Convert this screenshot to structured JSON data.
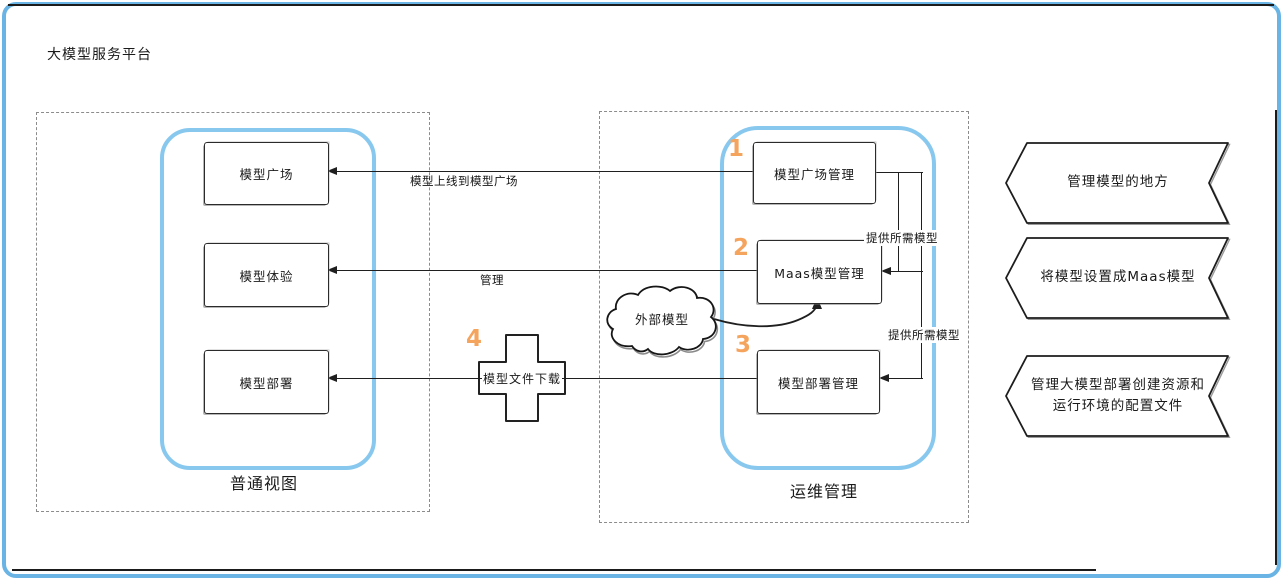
{
  "title": "大模型服务平台",
  "left_container": {
    "label": "普通视图",
    "boxes": [
      "模型广场",
      "模型体验",
      "模型部署"
    ]
  },
  "right_container": {
    "label": "运维管理",
    "boxes": [
      {
        "num": "1",
        "label": "模型广场管理"
      },
      {
        "num": "2",
        "label": "Maas模型管理"
      },
      {
        "num": "3",
        "label": "模型部署管理"
      }
    ]
  },
  "cloud": {
    "label": "外部模型"
  },
  "download_cross": {
    "num": "4",
    "label": "模型文件下载"
  },
  "edge_labels": {
    "online_to_plaza": "模型上线到模型广场",
    "manage": "管理",
    "provide_needed_1": "提供所需模型",
    "provide_needed_2": "提供所需模型"
  },
  "callouts": [
    {
      "lines": [
        "管理模型的地方"
      ]
    },
    {
      "lines": [
        "将模型设置成Maas模型"
      ]
    },
    {
      "lines": [
        "管理大模型部署创建资源和",
        "运行环境的配置文件"
      ]
    }
  ],
  "colors": {
    "frame_blue": "#69b4e4",
    "group_blue": "#88c8ee",
    "number_orange": "#f5a45e"
  }
}
